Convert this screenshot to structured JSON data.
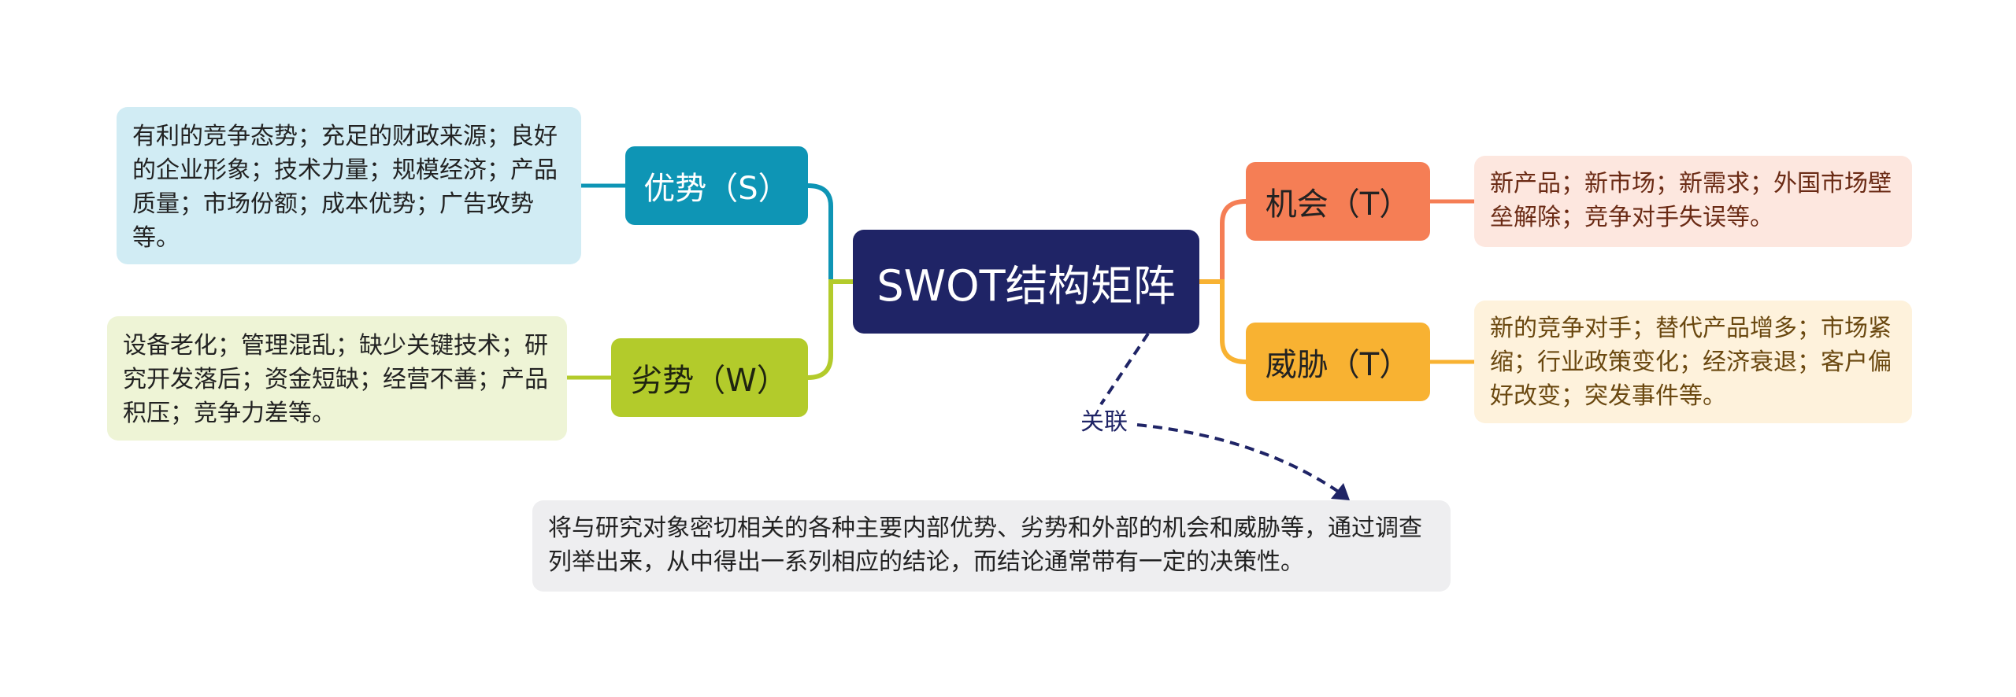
{
  "center": {
    "label": "SWOT结构矩阵"
  },
  "branches": {
    "strengths": {
      "label": "优势（S）",
      "detail": "有利的竞争态势；充足的财政来源；良好的企业形象；技术力量；规模经济；产品质量；市场份额；成本优势；广告攻势等。"
    },
    "weaknesses": {
      "label": "劣势（W）",
      "detail": "设备老化；管理混乱；缺少关键技术；研究开发落后；资金短缺；经营不善；产品积压；竞争力差等。"
    },
    "opportunities": {
      "label": "机会（T）",
      "detail": "新产品；新市场；新需求；外国市场壁垒解除；竞争对手失误等。"
    },
    "threats": {
      "label": "威胁（T）",
      "detail": "新的竞争对手；替代产品增多；市场紧缩；行业政策变化；经济衰退；客户偏好改变；突发事件等。"
    }
  },
  "relation": {
    "label": "关联",
    "note": "将与研究对象密切相关的各种主要内部优势、劣势和外部的机会和威胁等，通过调查列举出来，从中得出一系列相应的结论，而结论通常带有一定的决策性。"
  },
  "colors": {
    "center": "#1f2466",
    "strengths": "#0e95b5",
    "weaknesses": "#b3cb2b",
    "opportunities": "#f57e55",
    "threats": "#f8b232",
    "relation_line": "#1f2466"
  }
}
